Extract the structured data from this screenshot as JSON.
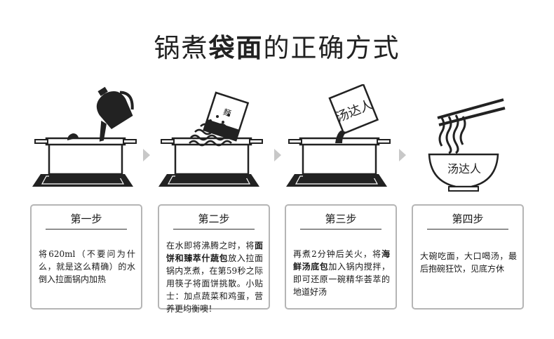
{
  "title": {
    "pre": "锅煮",
    "bold": "袋面",
    "post": "的正确方式"
  },
  "illustrations": {
    "bowl_brand": "汤达人",
    "packet_text": "汤达人"
  },
  "steps": [
    {
      "title": "第一步",
      "text": "将620ml（不要问为什么，就是这么精确）的水倒入拉面锅内加热"
    },
    {
      "title": "第二步",
      "pre": "在水即将沸腾之时，将",
      "bold": "面饼和臻萃什蔬包",
      "post": "放入拉面锅内烹煮，在第59秒之际用筷子将面饼挑散。小贴士：加点蔬菜和鸡蛋，营养更均衡噢！"
    },
    {
      "title": "第三步",
      "pre": "再煮2分钟后关火，将",
      "bold": "海鲜汤底包",
      "post": "加入锅内搅拌，即可还原一碗精华荟萃的地道好汤"
    },
    {
      "title": "第四步",
      "text": "大碗吃面，大口喝汤，最后抱碗狂饮，见底方休"
    }
  ],
  "colors": {
    "card_border": "#b5b5b5",
    "arrow": "#c8c8c8",
    "ink": "#1a1a1a"
  }
}
